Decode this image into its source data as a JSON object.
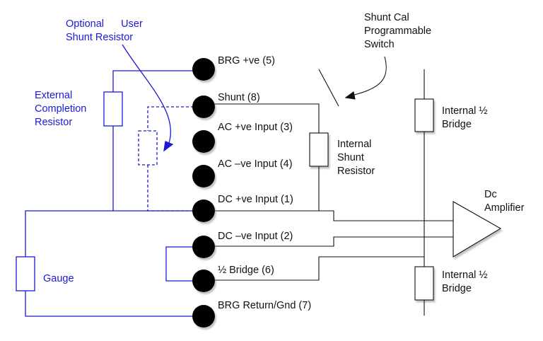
{
  "colors": {
    "wire_black": "#111111",
    "wire_blue": "#1a1ad6",
    "shadow": "#c8c8c8",
    "terminal": "#000000"
  },
  "annotations": {
    "optional_user_shunt": [
      "Optional      User",
      "Shunt Resistor"
    ],
    "external_completion": [
      "External",
      "Completion",
      "Resistor"
    ],
    "shunt_cal_switch": [
      "Shunt Cal",
      "Programmable",
      "Switch"
    ],
    "internal_shunt": [
      "Internal",
      "Shunt",
      "Resistor"
    ],
    "internal_half_bridge_top": [
      "Internal ½",
      "Bridge"
    ],
    "internal_half_bridge_bottom": [
      "Internal ½",
      "Bridge"
    ],
    "dc_amplifier": [
      "Dc",
      "Amplifier"
    ],
    "gauge": "Gauge"
  },
  "terminals": [
    {
      "id": "brg-pos",
      "label": "BRG +ve (5)"
    },
    {
      "id": "shunt",
      "label": "Shunt (8)"
    },
    {
      "id": "ac-pos",
      "label": "AC +ve Input (3)"
    },
    {
      "id": "ac-neg",
      "label": "AC –ve Input (4)"
    },
    {
      "id": "dc-pos",
      "label": "DC +ve Input (1)"
    },
    {
      "id": "dc-neg",
      "label": "DC –ve Input (2)"
    },
    {
      "id": "half-bridge",
      "label": "½ Bridge (6)"
    },
    {
      "id": "brg-return",
      "label": "BRG Return/Gnd (7)"
    }
  ]
}
